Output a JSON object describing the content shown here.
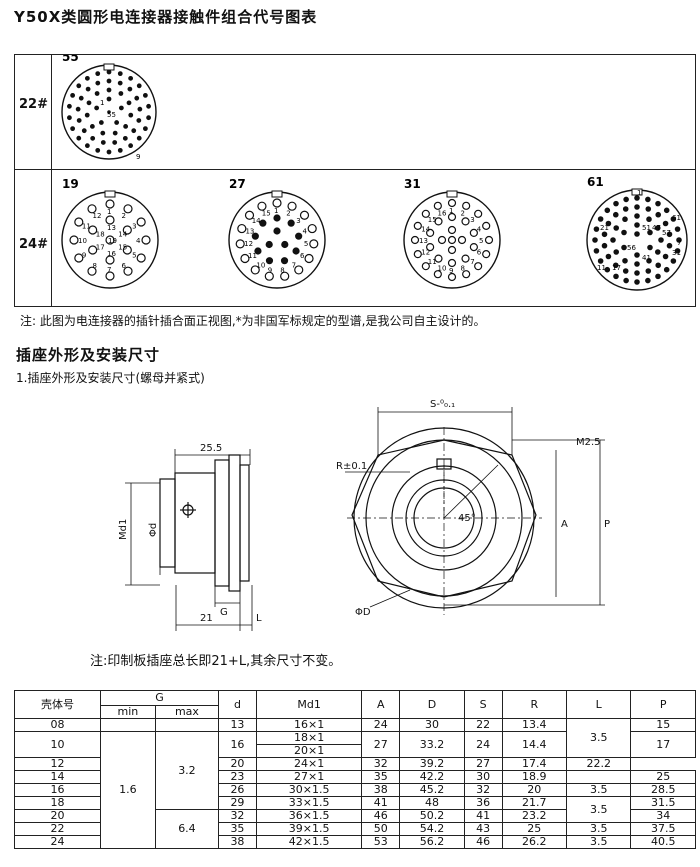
{
  "title": "Y50X类圆形电连接器接触件组合代号图表",
  "contact_chart": {
    "rows": [
      {
        "shell": "22#",
        "layouts": [
          {
            "code": "55"
          }
        ]
      },
      {
        "shell": "24#",
        "layouts": [
          {
            "code": "19"
          },
          {
            "code": "27"
          },
          {
            "code": "31"
          },
          {
            "code": "61"
          }
        ]
      }
    ],
    "layout19_labels": [
      "1",
      "2",
      "3",
      "4",
      "5",
      "6",
      "7",
      "8",
      "9",
      "10",
      "11",
      "12",
      "13",
      "14",
      "15",
      "16",
      "17",
      "18",
      "19"
    ],
    "layout27_labels": [
      "1",
      "2",
      "3",
      "4",
      "5",
      "6",
      "7",
      "8",
      "9",
      "10",
      "11",
      "12",
      "13",
      "14",
      "15",
      "16",
      "17",
      "18",
      "19",
      "20",
      "21",
      "22",
      "23",
      "24",
      "25",
      "26",
      "27"
    ],
    "layout31_labels": [
      "1",
      "2",
      "3",
      "4",
      "5",
      "6",
      "7",
      "8",
      "9",
      "10",
      "11",
      "12",
      "13",
      "14",
      "15",
      "16",
      "17",
      "18",
      "19",
      "20",
      "21",
      "22",
      "23",
      "24",
      "25",
      "26",
      "27",
      "28",
      "29",
      "30",
      "31"
    ],
    "layout55_labels": [
      "1",
      "9",
      "55"
    ],
    "layout61_labels": [
      "1",
      "7",
      "11",
      "17",
      "21",
      "31",
      "41",
      "47",
      "51",
      "56",
      "57",
      "61"
    ]
  },
  "note_top": "注: 此图为电连接器的插针插合面正视图,*为非国军标规定的型谱,是我公司自主设计的。",
  "section_title": "插座外形及安装尺寸",
  "subsection": "1.插座外形及安装尺寸(螺母并紧式)",
  "drawing_labels": {
    "len_25_5": "25.5",
    "md1": "Md1",
    "phi_d": "Φd",
    "g": "G",
    "len_21": "21",
    "l": "L",
    "s_tol": "S-⁰₀.₁",
    "m2_5": "M2.5",
    "r_tol": "R±0.1",
    "deg45": "45°",
    "a": "A",
    "p": "P",
    "phi_D": "ΦD"
  },
  "note_bottom": "注:印制板插座总长即21+L,其余尺寸不变。",
  "dim_table": {
    "header": {
      "shell": "壳体号",
      "g": "G",
      "g_min": "min",
      "g_max": "max",
      "d": "d",
      "md1": "Md1",
      "a": "A",
      "D": "D",
      "s": "S",
      "r": "R",
      "l": "L",
      "p": "P"
    },
    "g_min_value": "1.6",
    "g_max_values": [
      "3.2",
      "6.4"
    ],
    "l_values": [
      "3.5",
      "3.5",
      "3.5",
      "3.5",
      "3.5"
    ],
    "rows": [
      {
        "shell": "08",
        "d": "13",
        "md1": "16×1",
        "a": "24",
        "D": "30",
        "s": "22",
        "r": "13.4",
        "p": "15"
      },
      {
        "shell": "10",
        "d": "16",
        "md1": "18×1",
        "md1b": "20×1",
        "a": "27",
        "D": "33.2",
        "s": "24",
        "r": "14.4",
        "p": "17"
      },
      {
        "shell": "12",
        "d": "20",
        "md1": "24×1",
        "a": "32",
        "D": "39.2",
        "s": "27",
        "r": "17.4",
        "p": "22.2"
      },
      {
        "shell": "14",
        "d": "23",
        "md1": "27×1",
        "a": "35",
        "D": "42.2",
        "s": "30",
        "r": "18.9",
        "p": "25"
      },
      {
        "shell": "16",
        "d": "26",
        "md1": "30×1.5",
        "a": "38",
        "D": "45.2",
        "s": "32",
        "r": "20",
        "p": "28.5"
      },
      {
        "shell": "18",
        "d": "29",
        "md1": "33×1.5",
        "a": "41",
        "D": "48",
        "s": "36",
        "r": "21.7",
        "p": "31.5"
      },
      {
        "shell": "20",
        "d": "32",
        "md1": "36×1.5",
        "a": "46",
        "D": "50.2",
        "s": "41",
        "r": "23.2",
        "p": "34"
      },
      {
        "shell": "22",
        "d": "35",
        "md1": "39×1.5",
        "a": "50",
        "D": "54.2",
        "s": "43",
        "r": "25",
        "p": "37.5"
      },
      {
        "shell": "24",
        "d": "38",
        "md1": "42×1.5",
        "a": "53",
        "D": "56.2",
        "s": "46",
        "r": "26.2",
        "p": "40.5"
      }
    ]
  }
}
